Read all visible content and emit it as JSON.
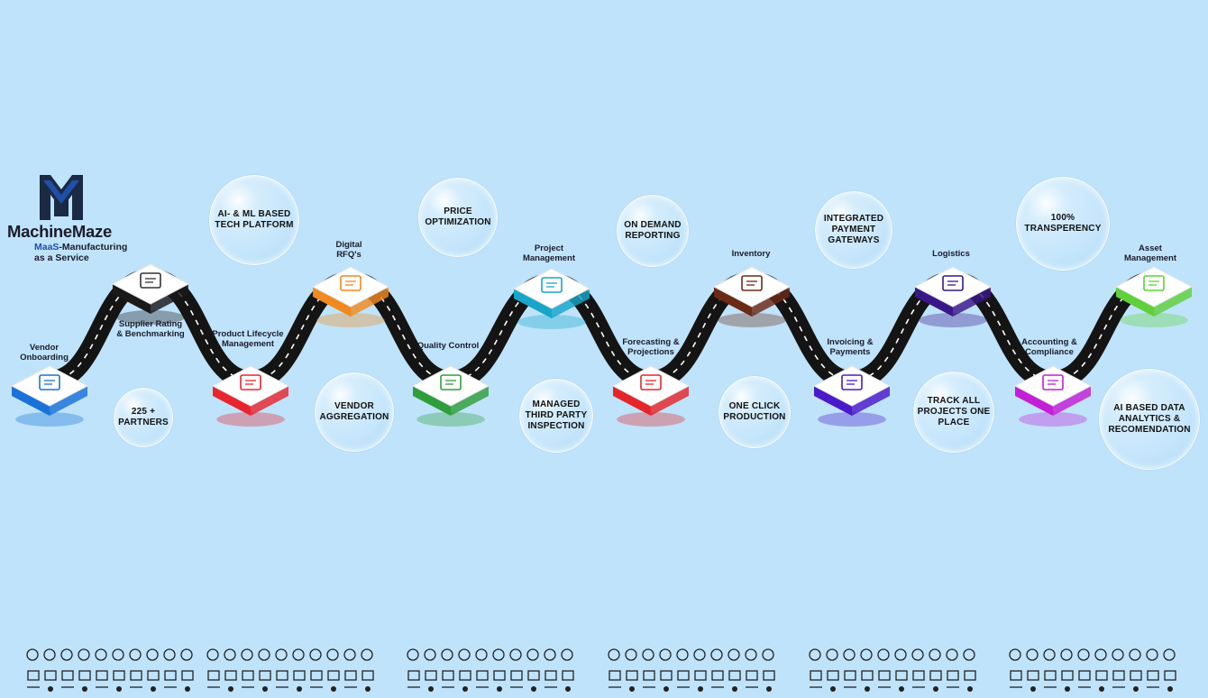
{
  "brand": {
    "name": "MachineMaze",
    "tag_prefix": "MaaS",
    "tag_rest": "-Manufacturing",
    "tag_line2": "as a Service"
  },
  "steps": [
    {
      "label": "Vendor\nOnboarding",
      "color": "#1a72d8",
      "icon": "laptop-checklist-icon"
    },
    {
      "label": "Supplier Rating\n& Benchmarking",
      "color": "#ffffff",
      "icon": "rating-stars-group-icon"
    },
    {
      "label": "Product Lifecycle\nManagement",
      "color": "#e8252f",
      "icon": "lifecycle-cycle-icon"
    },
    {
      "label": "Digital\nRFQ's",
      "color": "#f08a1e",
      "icon": "handshake-icon"
    },
    {
      "label": "Quality Control",
      "color": "#2f9e3a",
      "icon": "magnifier-check-icon"
    },
    {
      "label": "Project\nManagement",
      "color": "#17a6c9",
      "icon": "project-cycle-icon"
    },
    {
      "label": "Forecasting &\nProjections",
      "color": "#e4262a",
      "icon": "chart-growth-icon"
    },
    {
      "label": "Inventory",
      "color": "#6b2a16",
      "icon": "warehouse-icon"
    },
    {
      "label": "Invoicing &\nPayments",
      "color": "#4b19c9",
      "icon": "invoice-dollar-icon"
    },
    {
      "label": "Logistics",
      "color": "#3a1788",
      "icon": "delivery-truck-icon"
    },
    {
      "label": "Accounting &\nCompliance",
      "color": "#c21fd6",
      "icon": "clipboard-check-icon"
    },
    {
      "label": "Asset\nManagement",
      "color": "#5fd03a",
      "icon": "asset-hand-house-icon"
    }
  ],
  "bubbles": [
    {
      "text": "AI- & ML BASED\nTECH PLATFORM"
    },
    {
      "text": "225 +\nPARTNERS"
    },
    {
      "text": "VENDOR\nAGGREGATION"
    },
    {
      "text": "PRICE\nOPTIMIZATION"
    },
    {
      "text": "MANAGED\nTHIRD PARTY\nINSPECTION"
    },
    {
      "text": "ON DEMAND\nREPORTING"
    },
    {
      "text": "ONE CLICK\nPRODUCTION"
    },
    {
      "text": "INTEGRATED\nPAYMENT\nGATEWAYS"
    },
    {
      "text": "TRACK ALL\nPROJECTS ONE\nPLACE"
    },
    {
      "text": "100%\nTRANSPERENCY"
    },
    {
      "text": "AI BASED DATA\nANALYTICS &\nRECOMENDATION"
    }
  ],
  "footer": {
    "icon": "manufacturing-icons-strip"
  }
}
